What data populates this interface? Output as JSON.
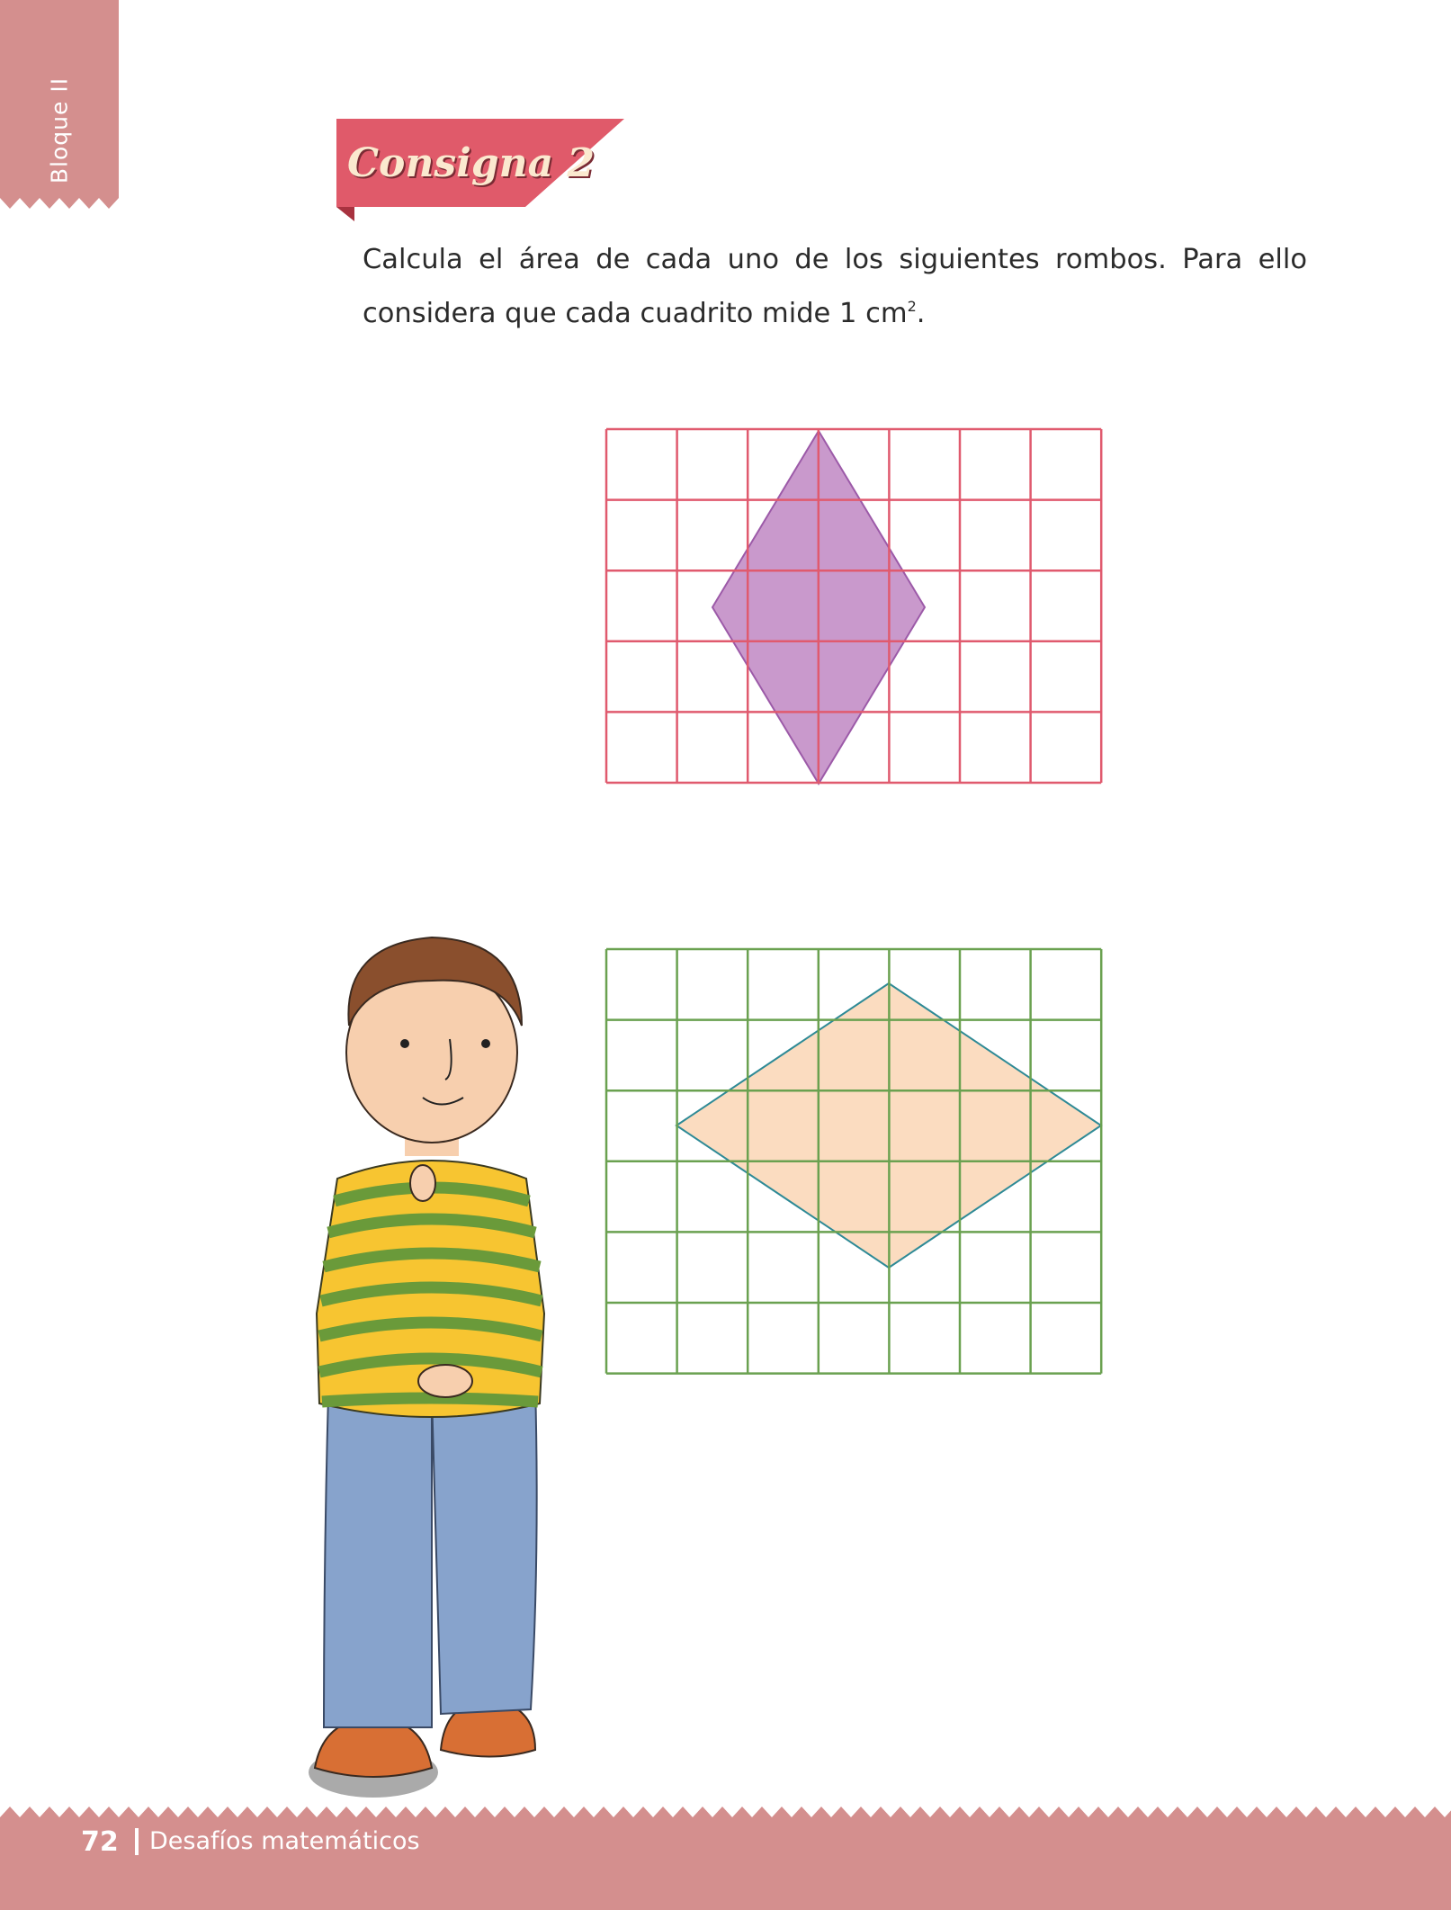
{
  "side_tab": {
    "label": "Bloque II"
  },
  "banner": {
    "title": "Consigna 2"
  },
  "instruction": {
    "text": "Calcula el área de cada uno de los siguientes rombos. Para ello considera que cada cuadrito mide 1 cm",
    "superscript": "2",
    "end": "."
  },
  "colors": {
    "tab": "#d48f8e",
    "banner": "#e05a6a",
    "grid1": "#e05a6e",
    "rhombus1_fill": "#c999cc",
    "rhombus1_stroke": "#9c5aa8",
    "grid2": "#6aa150",
    "rhombus2_fill": "#fbdcc0",
    "rhombus2_stroke": "#2e8a96"
  },
  "grids": [
    {
      "name": "grid-1",
      "cols": 7,
      "rows": 5,
      "rhombus_diagonals_cm": [
        3,
        5
      ]
    },
    {
      "name": "grid-2",
      "cols": 7,
      "rows": 6,
      "rhombus_diagonals_cm": [
        6,
        4
      ]
    }
  ],
  "footer": {
    "page_number": "72",
    "book_title": "Desafíos matemáticos"
  }
}
